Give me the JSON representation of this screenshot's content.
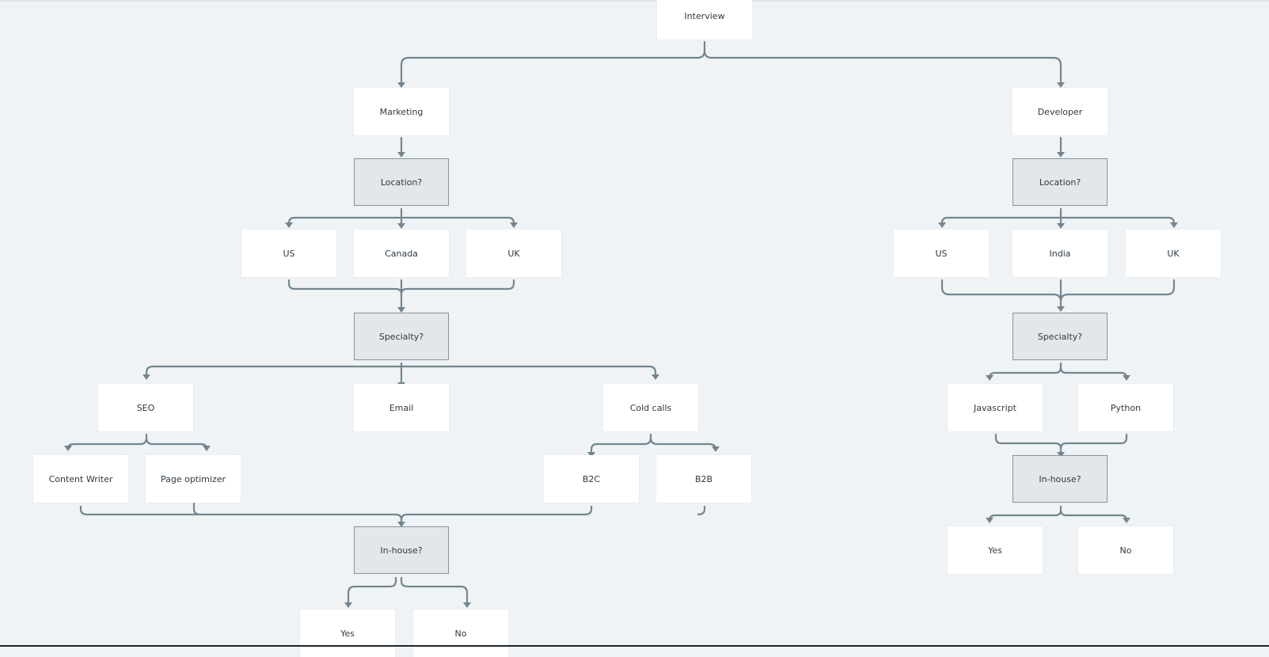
{
  "nodes": {
    "interview": "Interview",
    "marketing": "Marketing",
    "m_location": "Location?",
    "m_us": "US",
    "m_canada": "Canada",
    "m_uk": "UK",
    "m_specialty": "Specialty?",
    "m_seo": "SEO",
    "m_email": "Email",
    "m_coldcalls": "Cold calls",
    "m_contentwriter": "Content Writer",
    "m_pageoptimizer": "Page optimizer",
    "m_b2c": "B2C",
    "m_b2b": "B2B",
    "m_inhouse": "In-house?",
    "m_yes": "Yes",
    "m_no": "No",
    "developer": "Developer",
    "d_location": "Location?",
    "d_us": "US",
    "d_india": "India",
    "d_uk": "UK",
    "d_specialty": "Specialty?",
    "d_javascript": "Javascript",
    "d_python": "Python",
    "d_inhouse": "In-house?",
    "d_yes": "Yes",
    "d_no": "No"
  },
  "colors": {
    "background": "#eff3f6",
    "node": "#ffffff",
    "decision_node": "#e3e7ea",
    "connector": "#74858f"
  }
}
